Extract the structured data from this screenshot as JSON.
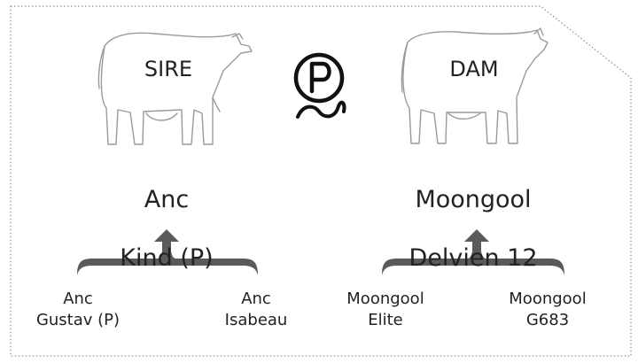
{
  "sire": {
    "heading": "SIRE",
    "name_line1": "Anc",
    "name_line2": "Kind (P)",
    "parent_left": "Anc\nGustav (P)",
    "parent_right": "Anc\nIsabeau"
  },
  "dam": {
    "heading": "DAM",
    "name_line1": "Moongool",
    "name_line2": "Delvien 12",
    "parent_left": "Moongool\nElite",
    "parent_right": "Moongool\nG683"
  },
  "poll_symbol": {
    "letter": "P",
    "icon": "poll-tick-icon"
  },
  "colors": {
    "line": "#333333",
    "bracket": "#5a5a5a",
    "outline": "#9a9a9a",
    "frame": "#777777"
  }
}
